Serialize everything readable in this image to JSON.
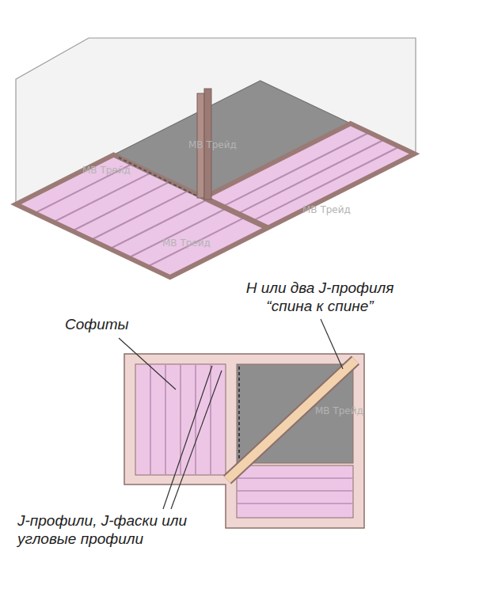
{
  "diagram": {
    "labels": [
      "Софиты",
      "H или два J-профиля “спина к спине”",
      "J-профили, J-фаски или угловые профили",
      "МВ Трейд",
      "МВ Трейд",
      "МВ Трейд",
      "МВ Трейд",
      "МВ Трейд"
    ]
  }
}
